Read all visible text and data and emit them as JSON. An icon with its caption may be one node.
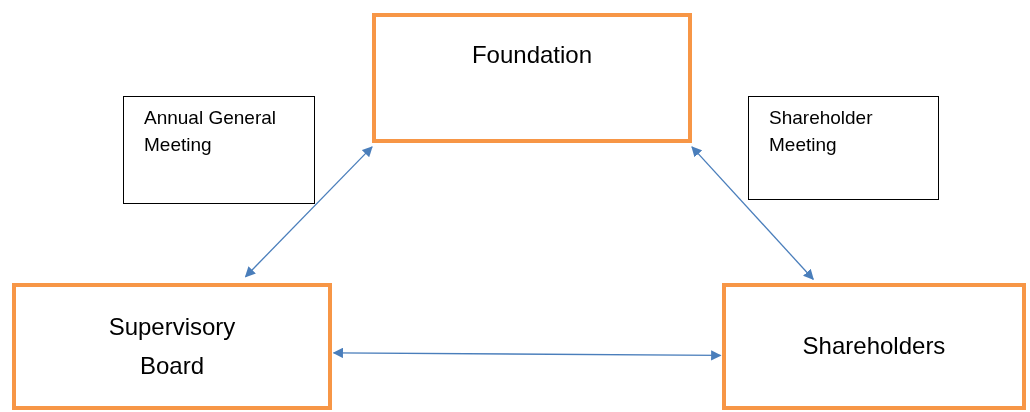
{
  "diagram": {
    "nodes": [
      {
        "text": [
          "Foundation"
        ]
      },
      {
        "text": [
          "Annual General Meeting"
        ]
      },
      {
        "text": [
          "Shareholder Meeting"
        ]
      },
      {
        "text": [
          "Supervisory Board"
        ]
      },
      {
        "text": [
          "Shareholders"
        ]
      }
    ],
    "edges": [
      {
        "from": 0,
        "to": 3,
        "arrow": "both"
      },
      {
        "from": 0,
        "to": 4,
        "arrow": "both"
      },
      {
        "from": 3,
        "to": 4,
        "arrow": "both"
      }
    ]
  }
}
